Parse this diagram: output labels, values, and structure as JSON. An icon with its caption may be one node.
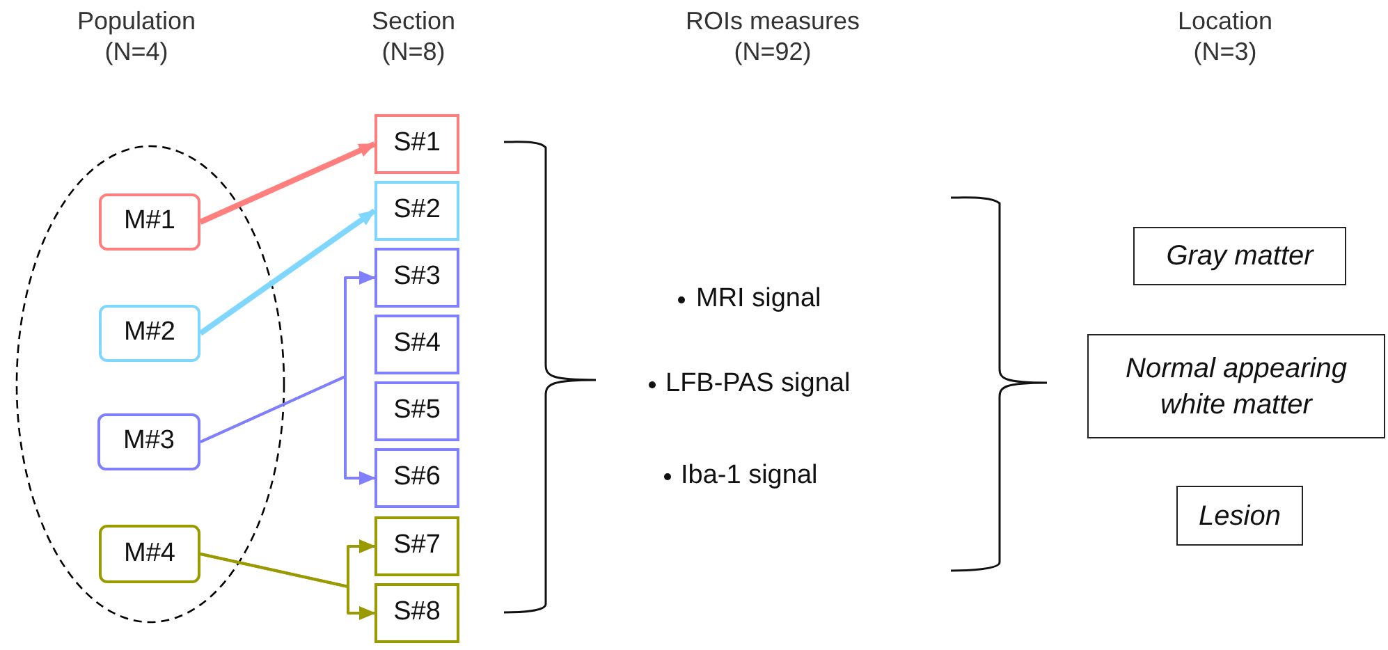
{
  "diagram": {
    "nodes": [
      {
        "text": [],
        "shape": "circle"
      },
      {
        "text": [
          "M#1"
        ],
        "in": 0
      },
      {
        "text": [
          "M#2"
        ],
        "in": 0
      },
      {
        "text": [
          "M#3"
        ],
        "in": 0
      },
      {
        "text": [
          "M#4"
        ],
        "in": 0
      },
      {
        "text": [
          "S#1"
        ]
      },
      {
        "text": [
          "S#2"
        ]
      },
      {
        "text": [
          "S#3"
        ]
      },
      {
        "text": [
          "S#4"
        ]
      },
      {
        "text": [
          "S#5"
        ]
      },
      {
        "text": [
          "S#6"
        ]
      },
      {
        "text": [
          "S#7"
        ]
      },
      {
        "text": [
          "S#8"
        ]
      },
      {
        "text": [
          "Gray matter"
        ]
      },
      {
        "text": [
          "Normal appearing white matter"
        ]
      },
      {
        "text": [
          "Lesion"
        ]
      }
    ],
    "edges": [
      {
        "from": 1,
        "to": 5,
        "arrow": "to",
        "style": "thick",
        "color": "#ff7f7f"
      },
      {
        "from": 2,
        "to": 6,
        "arrow": "to",
        "style": "thick",
        "color": "#7fd7ff"
      },
      {
        "from": 3,
        "to": 7,
        "arrow": "to",
        "color": "#8080ff"
      },
      {
        "from": 3,
        "to": 10,
        "arrow": "to",
        "color": "#8080ff"
      },
      {
        "from": 4,
        "to": 11,
        "arrow": "to",
        "color": "#999900"
      },
      {
        "from": 4,
        "to": 12,
        "arrow": "to",
        "color": "#999900"
      }
    ],
    "labels": [
      "Population (N=4)",
      "Section (N=8)",
      "ROIs measures (N=92)",
      "Location (N=3)",
      "MRI signal",
      "LFB-PAS signal",
      "Iba-1 signal"
    ]
  }
}
